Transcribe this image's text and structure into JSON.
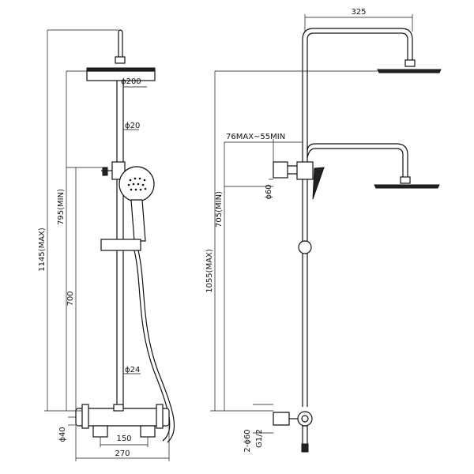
{
  "front_view": {
    "dims": {
      "head_diameter": "ϕ200",
      "upper_pipe_diameter": "ϕ20",
      "lower_pipe_diameter": "ϕ24",
      "height_min": "795(MIN)",
      "height_max": "1145(MAX)",
      "slide_bar_height": "700",
      "body_diameter": "ϕ40",
      "inlet_spacing": "150",
      "overall_width": "270"
    }
  },
  "side_view": {
    "dims": {
      "arm_reach": "325",
      "wall_bracket": "76MAX~55MIN",
      "bracket_diameter": "ϕ60",
      "height_min": "705(MIN)",
      "height_max": "1055(MAX)",
      "inlet_connection": "2-ϕ60",
      "thread": "G1/2"
    }
  },
  "colors": {
    "line": "#111111",
    "background": "#ffffff"
  }
}
